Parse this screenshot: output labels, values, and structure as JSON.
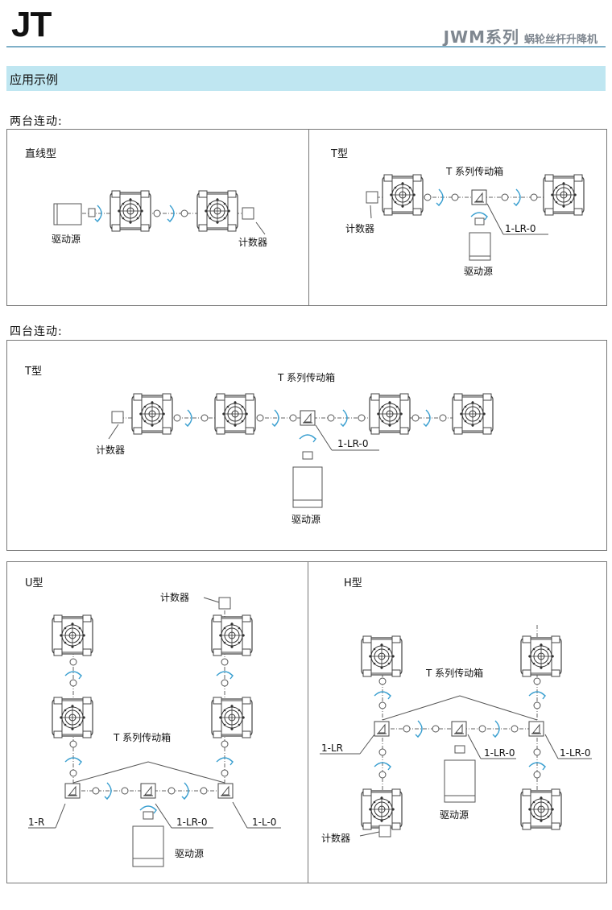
{
  "header": {
    "logo": "JT",
    "series_title": "JWM系列",
    "series_subtitle": "蜗轮丝杆升降机"
  },
  "section": {
    "title": "应用示例"
  },
  "two_units": {
    "heading": "两台连动:",
    "straight": {
      "title": "直线型",
      "drive": "驱动源",
      "counter": "计数器"
    },
    "t_type": {
      "title": "T型",
      "gearbox": "T 系列传动箱",
      "code": "1-LR-0",
      "counter": "计数器",
      "drive": "驱动源"
    }
  },
  "four_units": {
    "heading": "四台连动:",
    "t_type": {
      "title": "T型",
      "gearbox": "T 系列传动箱",
      "code": "1-LR-0",
      "counter": "计数器",
      "drive": "驱动源"
    },
    "u_type": {
      "title": "U型",
      "counter": "计数器",
      "gearbox": "T 系列传动箱",
      "code_left": "1-R",
      "code_mid": "1-LR-0",
      "code_right": "1-L-0",
      "drive": "驱动源"
    },
    "h_type": {
      "title": "H型",
      "gearbox": "T 系列传动箱",
      "code_left": "1-LR",
      "code_mid": "1-LR-0",
      "code_right": "1-LR-0",
      "drive": "驱动源",
      "counter": "计数器"
    }
  },
  "colors": {
    "band": "#bfe6f1",
    "arrow": "#3a9fd0",
    "rule": "#7fb0c8"
  }
}
